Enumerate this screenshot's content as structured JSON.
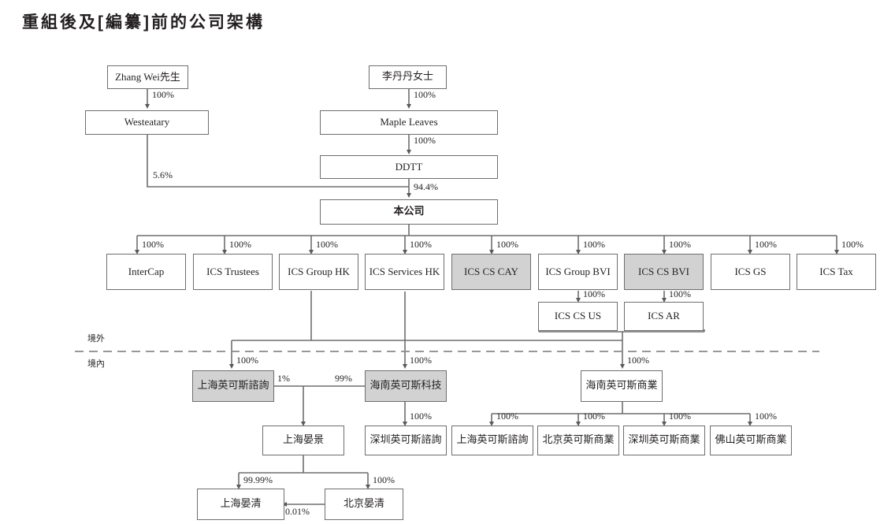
{
  "title": "重組後及[編纂]前的公司架構",
  "zone_labels": {
    "offshore": "境外",
    "onshore": "境內"
  },
  "nodes": {
    "zhang_wei": {
      "label": "Zhang Wei先生",
      "shaded": false
    },
    "li_dandan": {
      "label": "李丹丹女士",
      "shaded": false
    },
    "westeatary": {
      "label": "Westeatary",
      "shaded": false
    },
    "maple_leaves": {
      "label": "Maple Leaves",
      "shaded": false
    },
    "ddtt": {
      "label": "DDTT",
      "shaded": false
    },
    "company": {
      "label": "本公司",
      "shaded": false
    },
    "intercap": {
      "label": "InterCap",
      "shaded": false
    },
    "ics_trustees": {
      "label": "ICS Trustees",
      "shaded": false
    },
    "ics_group_hk": {
      "label": "ICS Group HK",
      "shaded": false
    },
    "ics_services_hk": {
      "label": "ICS Services HK",
      "shaded": false
    },
    "ics_cs_cay": {
      "label": "ICS CS CAY",
      "shaded": true
    },
    "ics_group_bvi": {
      "label": "ICS Group BVI",
      "shaded": false
    },
    "ics_cs_bvi": {
      "label": "ICS CS BVI",
      "shaded": true
    },
    "ics_gs": {
      "label": "ICS GS",
      "shaded": false
    },
    "ics_tax": {
      "label": "ICS Tax",
      "shaded": false
    },
    "ics_cs_us": {
      "label": "ICS CS US",
      "shaded": false
    },
    "ics_ar": {
      "label": "ICS AR",
      "shaded": false
    },
    "shanghai_consulting": {
      "label": "上海英可斯諮詢",
      "shaded": true
    },
    "hainan_tech": {
      "label": "海南英可斯科技",
      "shaded": true
    },
    "hainan_commerce": {
      "label": "海南英可斯商業",
      "shaded": false
    },
    "shanghai_yanjing": {
      "label": "上海晏景",
      "shaded": false
    },
    "shenzhen_consulting": {
      "label": "深圳英可斯諮詢",
      "shaded": false
    },
    "shanghai_consulting2": {
      "label": "上海英可斯諮詢",
      "shaded": false
    },
    "beijing_commerce": {
      "label": "北京英可斯商業",
      "shaded": false
    },
    "shenzhen_commerce": {
      "label": "深圳英可斯商業",
      "shaded": false
    },
    "foshan_commerce": {
      "label": "佛山英可斯商業",
      "shaded": false
    },
    "shanghai_yanqing": {
      "label": "上海晏清",
      "shaded": false
    },
    "beijing_yanqing": {
      "label": "北京晏清",
      "shaded": false
    }
  },
  "edge_labels": {
    "zhangwei_westeatary": "100%",
    "lidandan_maple": "100%",
    "maple_ddtt": "100%",
    "westeatary_company": "5.6%",
    "ddtt_company": "94.4%",
    "company_intercap": "100%",
    "company_icstrustees": "100%",
    "company_icsgrouphk": "100%",
    "company_icsserviceshk": "100%",
    "company_icscscay": "100%",
    "company_icsgroupbvi": "100%",
    "company_icscsbvi": "100%",
    "company_icsgs": "100%",
    "company_icstax": "100%",
    "icsgroupbvi_icscsus": "100%",
    "icscsbvi_icsar": "100%",
    "to_shanghai_consulting": "100%",
    "to_hainan_tech": "100%",
    "to_hainan_commerce": "100%",
    "shconsulting_yanjing": "1%",
    "hainantech_yanjing": "99%",
    "hainantech_shenzhen_consulting": "100%",
    "hncommerce_shanghai_consulting2": "100%",
    "hncommerce_beijing": "100%",
    "hncommerce_shenzhen": "100%",
    "hncommerce_foshan": "100%",
    "yanjing_shanghai_yanqing": "99.99%",
    "yanjing_beijing_yanqing": "100%",
    "beijingyanqing_shanghaiyanqing": "0.01%"
  },
  "colors": {
    "line": "#6e6e6e",
    "shade": "#d2d2d2",
    "text": "#231f20",
    "background": "#ffffff"
  }
}
